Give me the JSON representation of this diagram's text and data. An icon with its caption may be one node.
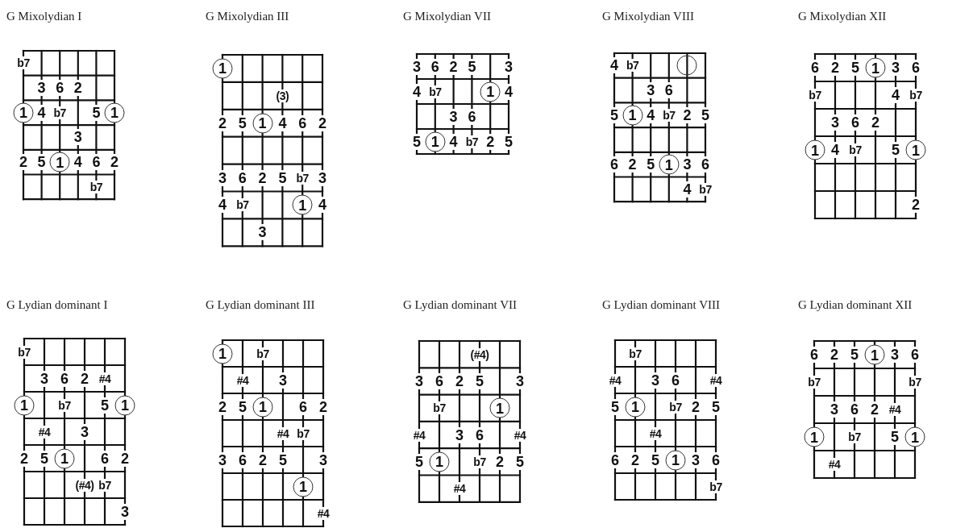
{
  "diagram": {
    "nodes": [
      {
        "text": [
          "G Mixolydian I"
        ]
      },
      {
        "text": [
          "1"
        ],
        "in": 0
      },
      {
        "text": [
          "1"
        ],
        "in": 0
      },
      {
        "text": [
          "1"
        ],
        "in": 0
      },
      {
        "text": [
          "G Mixolydian III"
        ]
      },
      {
        "text": [
          "1"
        ],
        "in": 4
      },
      {
        "text": [
          "1"
        ],
        "in": 4
      },
      {
        "text": [
          "1"
        ],
        "in": 4
      },
      {
        "text": [
          "G Mixolydian VII"
        ]
      },
      {
        "text": [
          "1"
        ],
        "in": 8
      },
      {
        "text": [
          "1"
        ],
        "in": 8
      },
      {
        "text": [
          "G Mixolydian VIII"
        ]
      },
      {
        "text": [],
        "shape": "circle",
        "in": 11
      },
      {
        "text": [
          "1"
        ],
        "in": 11
      },
      {
        "text": [
          "1"
        ],
        "in": 11
      },
      {
        "text": [
          "G Mixolydian XII"
        ]
      },
      {
        "text": [
          "1"
        ],
        "in": 15
      },
      {
        "text": [
          "1"
        ],
        "in": 15
      },
      {
        "text": [
          "1"
        ],
        "in": 15
      },
      {
        "text": [
          "G Lydian dominant I"
        ]
      },
      {
        "text": [
          "1"
        ],
        "in": 19
      },
      {
        "text": [
          "1"
        ],
        "in": 19
      },
      {
        "text": [
          "1"
        ],
        "in": 19
      },
      {
        "text": [
          "G Lydian dominant III"
        ]
      },
      {
        "text": [
          "1"
        ],
        "in": 23
      },
      {
        "text": [
          "1"
        ],
        "in": 23
      },
      {
        "text": [
          "1"
        ],
        "in": 23
      },
      {
        "text": [
          "G Lydian dominant VII"
        ]
      },
      {
        "text": [
          "1"
        ],
        "in": 27
      },
      {
        "text": [
          "1"
        ],
        "in": 27
      },
      {
        "text": [
          "G Lydian dominant VIII"
        ]
      },
      {
        "text": [
          "1"
        ],
        "in": 30
      },
      {
        "text": [
          "1"
        ],
        "in": 30
      },
      {
        "text": [
          "G Lydian dominant XII"
        ]
      },
      {
        "text": [
          "1"
        ],
        "in": 33
      },
      {
        "text": [
          "1"
        ],
        "in": 33
      },
      {
        "text": [
          "1"
        ],
        "in": 33
      }
    ],
    "labels": [
      "b7",
      "3",
      "6",
      "2",
      "4",
      "b7",
      "5",
      "3",
      "2",
      "5",
      "4",
      "6",
      "2",
      "b7",
      "(3)",
      "2",
      "5",
      "4",
      "6",
      "2",
      "3",
      "6",
      "2",
      "5",
      "b7",
      "3",
      "4",
      "b7",
      "4",
      "3",
      "3",
      "6",
      "2",
      "5",
      "3",
      "4",
      "b7",
      "4",
      "3",
      "6",
      "5",
      "4",
      "b7",
      "2",
      "5",
      "4",
      "b7",
      "3",
      "6",
      "5",
      "4",
      "b7",
      "2",
      "5",
      "6",
      "2",
      "5",
      "3",
      "6",
      "4",
      "b7",
      "6",
      "2",
      "5",
      "3",
      "6",
      "b7",
      "4",
      "b7",
      "3",
      "6",
      "2",
      "4",
      "b7",
      "5",
      "2",
      "b7",
      "3",
      "6",
      "2",
      "#4",
      "b7",
      "5",
      "#4",
      "3",
      "2",
      "5",
      "6",
      "2",
      "(#4)",
      "b7",
      "3",
      "b7",
      "#4",
      "3",
      "2",
      "5",
      "6",
      "2",
      "#4",
      "b7",
      "3",
      "6",
      "2",
      "5",
      "3",
      "#4",
      "(#4)",
      "3",
      "6",
      "2",
      "5",
      "3",
      "b7",
      "#4",
      "3",
      "6",
      "#4",
      "5",
      "b7",
      "2",
      "5",
      "#4",
      "b7",
      "#4",
      "3",
      "6",
      "#4",
      "5",
      "b7",
      "2",
      "5",
      "#4",
      "6",
      "2",
      "5",
      "3",
      "6",
      "b7",
      "6",
      "2",
      "5",
      "3",
      "6",
      "b7",
      "b7",
      "3",
      "6",
      "2",
      "#4",
      "b7",
      "5",
      "#4"
    ]
  }
}
